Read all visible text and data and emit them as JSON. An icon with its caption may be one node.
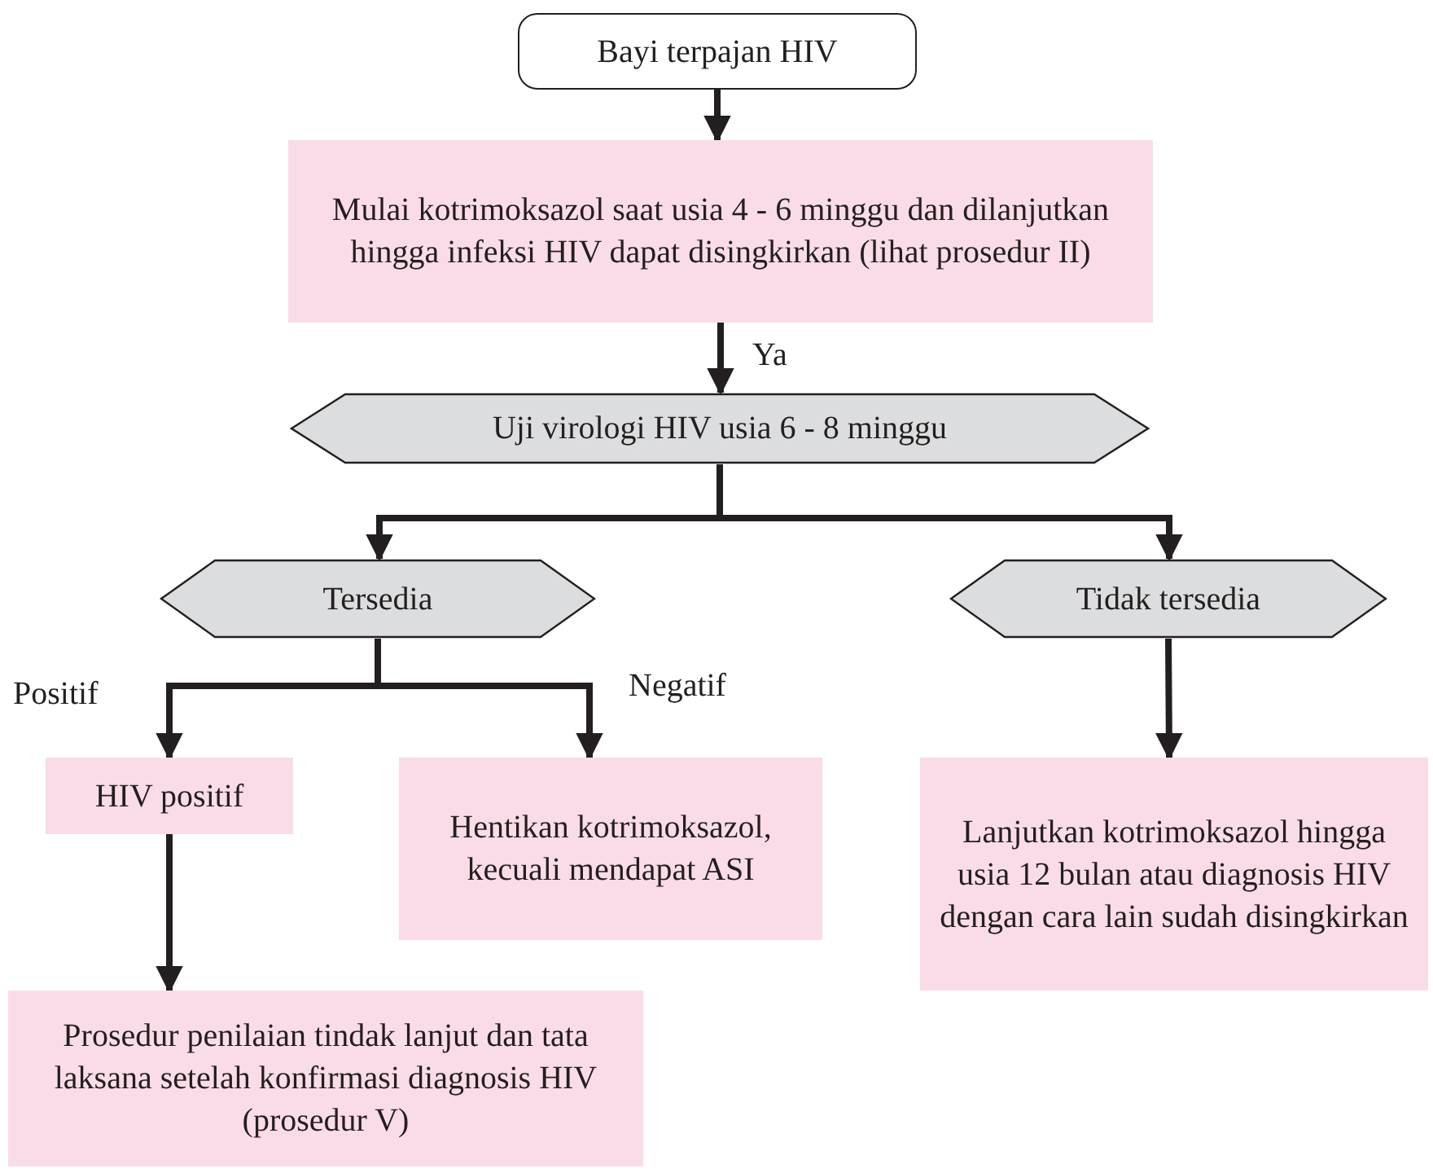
{
  "diagram": {
    "nodes": [
      {
        "text": [
          "Bayi terpajan HIV"
        ]
      },
      {
        "text": [
          "Mulai kotrimoksazol saat usia 4 - 6 minggu dan dilanjutkan hingga infeksi HIV dapat disingkirkan (lihat prosedur II)"
        ]
      },
      {
        "text": [
          "Uji virologi HIV usia 6 - 8 minggu"
        ]
      },
      {
        "text": [
          "Tersedia"
        ]
      },
      {
        "text": [
          "Tidak tersedia"
        ]
      },
      {
        "text": [
          "HIV positif"
        ]
      },
      {
        "text": [
          "Hentikan kotrimoksazol, kecuali mendapat ASI"
        ]
      },
      {
        "text": [
          "Lanjutkan kotrimoksazol hingga usia 12 bulan atau diagnosis HIV dengan cara lain sudah disingkirkan"
        ]
      },
      {
        "text": [
          "Prosedur penilaian tindak lanjut dan tata laksana setelah konfirmasi diagnosis HIV (prosedur V)"
        ]
      }
    ],
    "edges": [
      {
        "from": 0,
        "to": 1,
        "arrow": "to"
      },
      {
        "from": 1,
        "to": 2,
        "arrow": "to",
        "label": "Ya"
      },
      {
        "from": 2,
        "to": 3,
        "arrow": "to"
      },
      {
        "from": 2,
        "to": 4,
        "arrow": "to"
      },
      {
        "from": 3,
        "to": 5,
        "arrow": "to",
        "label": "Positif"
      },
      {
        "from": 3,
        "to": 6,
        "arrow": "to",
        "label": "Negatif"
      },
      {
        "from": 4,
        "to": 7,
        "arrow": "to"
      },
      {
        "from": 5,
        "to": 8,
        "arrow": "to"
      }
    ]
  }
}
